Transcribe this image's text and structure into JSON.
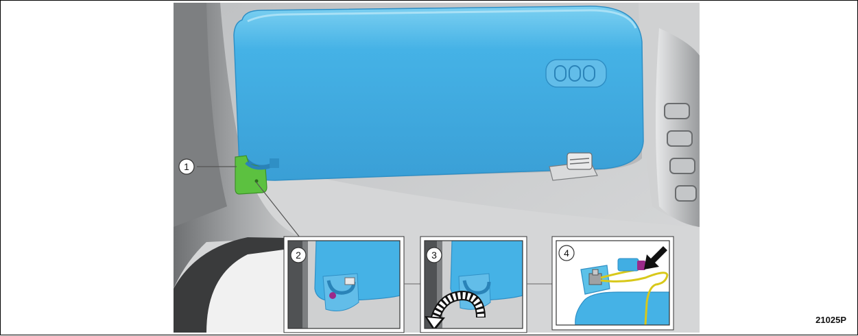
{
  "callouts": [
    {
      "number": "1"
    },
    {
      "number": "2"
    },
    {
      "number": "3"
    },
    {
      "number": "4"
    }
  ],
  "figure_code": "21025P",
  "colors": {
    "visor": "#41aee3",
    "visor_highlight": "#8fd6f3",
    "bracket": "#5cc140",
    "screw": "#9b2a8a",
    "wire": "#d8c81a",
    "headliner": "#c9cbcc",
    "pillar": "#8e9092"
  },
  "icons": [
    "curved-arrow-icon",
    "pointer-arrow-icon",
    "screw-icon"
  ]
}
